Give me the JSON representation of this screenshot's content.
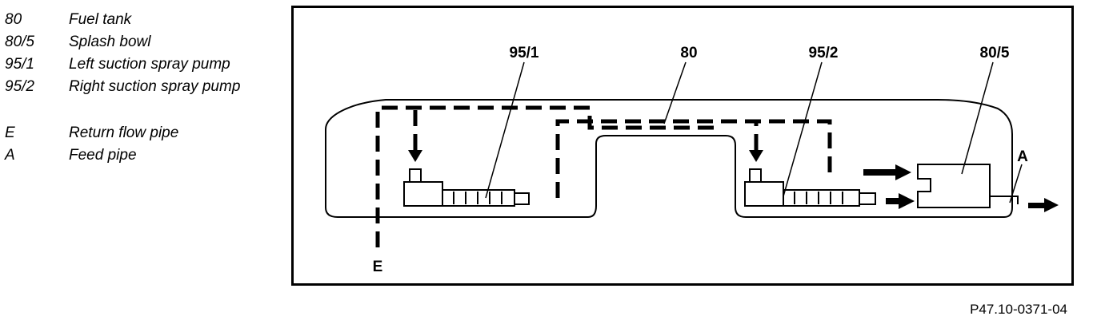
{
  "legend": {
    "items": [
      {
        "key": "80",
        "desc": "Fuel tank"
      },
      {
        "key": "80/5",
        "desc": "Splash bowl"
      },
      {
        "key": "95/1",
        "desc": "Left suction spray pump"
      },
      {
        "key": "95/2",
        "desc": "Right suction spray pump"
      },
      {
        "key": "E",
        "desc": "Return flow pipe"
      },
      {
        "key": "A",
        "desc": "Feed pipe"
      }
    ]
  },
  "diagram": {
    "callouts": {
      "pump_left": "95/1",
      "tank": "80",
      "pump_right": "95/2",
      "splash_bowl": "80/5",
      "feed": "A",
      "return": "E"
    }
  },
  "footer": {
    "doc_ref": "P47.10-0371-04"
  }
}
